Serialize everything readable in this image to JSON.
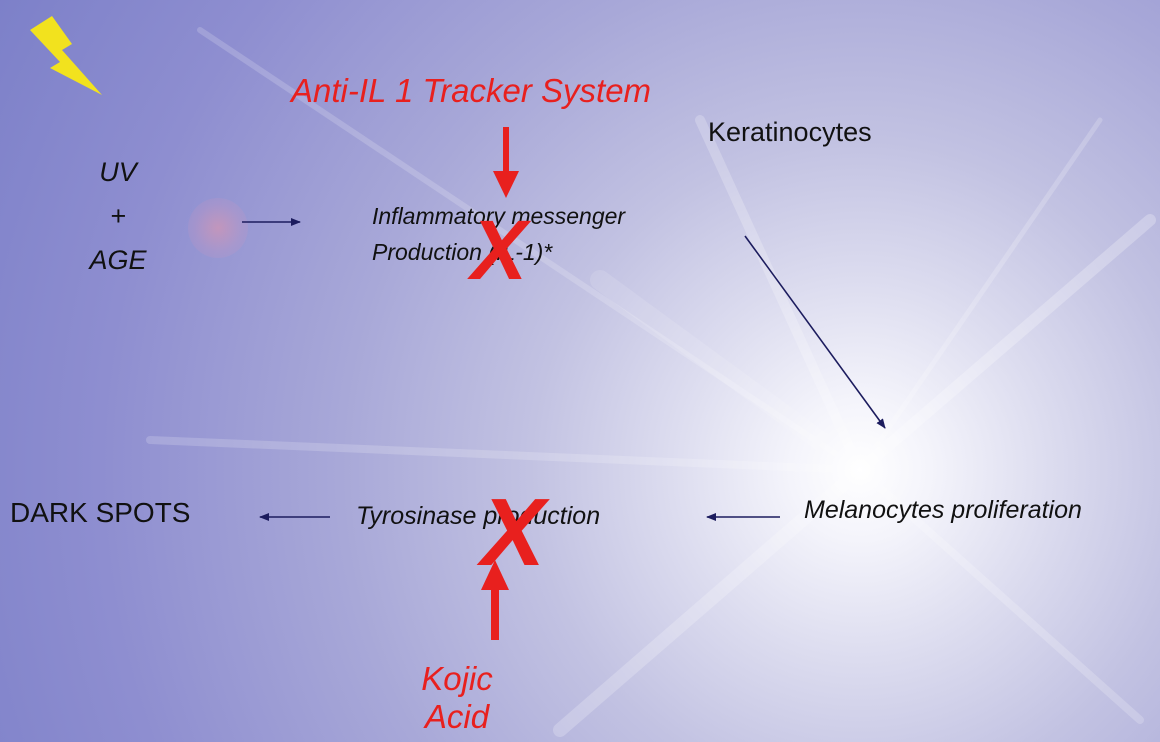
{
  "inhibitors": {
    "il1_system": "Anti-IL 1 Tracker System",
    "kojic_line1": "Kojic",
    "kojic_line2": "Acid"
  },
  "nodes": {
    "cell_type": "Keratinocytes",
    "uv": "UV",
    "plus": "+",
    "age": "AGE",
    "inflammatory_line1": "Inflammatory messenger",
    "inflammatory_line2": "Production (IL-1)*",
    "dark_spots": "DARK SPOTS",
    "tyrosinase": "Tyrosinase production",
    "melanocytes": "Melanocytes  proliferation"
  },
  "block_marks": [
    "X",
    "X"
  ],
  "colors": {
    "inhibitor_red": "#e8201e",
    "flow_arrow_navy": "#1c1c5e",
    "lightning_yellow": "#f2e21e",
    "text": "#111111"
  },
  "icons": [
    "lightning-bolt-icon"
  ]
}
